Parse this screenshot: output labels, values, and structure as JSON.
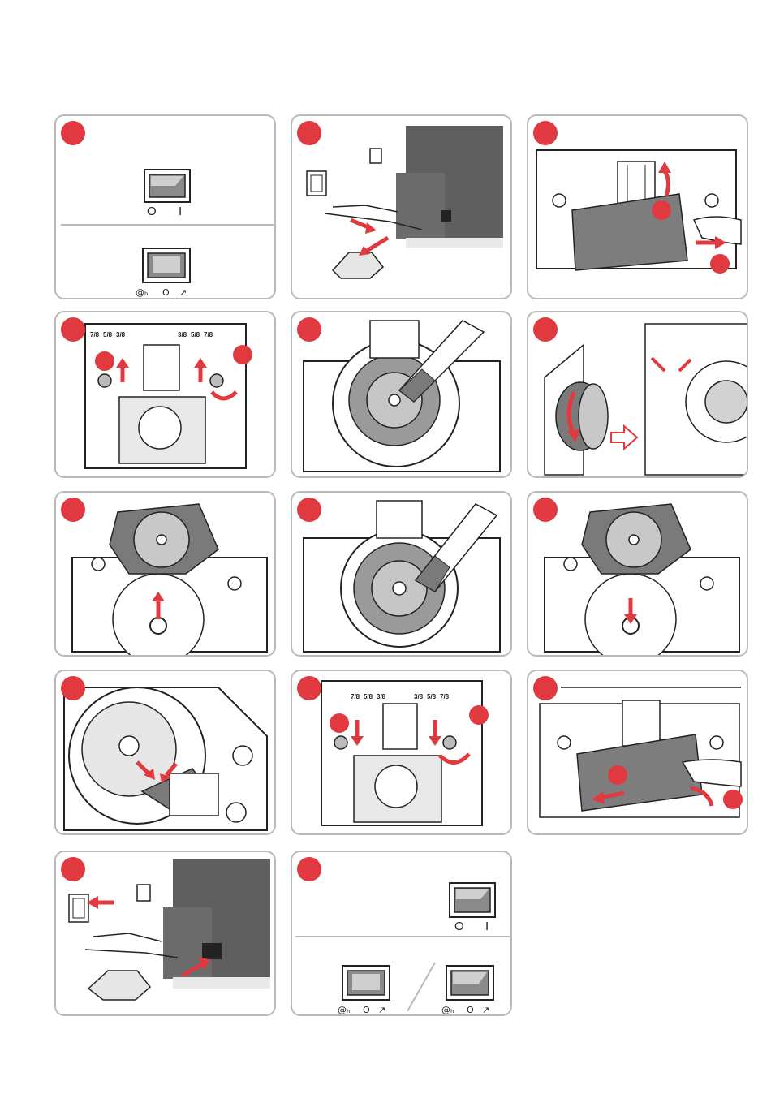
{
  "accent_color": "#e03a40",
  "switch_labels": {
    "off": "O",
    "on": "I"
  },
  "mode_symbols": {
    "left": "@ₕ",
    "mid": "O",
    "right": "↗"
  },
  "tick_labels": [
    "7/8",
    "5/8",
    "3/8",
    "3/8",
    "5/8",
    "7/8"
  ],
  "panels": [
    {
      "id": "p1",
      "icon": "power-switch-icon"
    },
    {
      "id": "p2",
      "icon": "unplug-cables-icon"
    },
    {
      "id": "p3",
      "icon": "remove-bobbin-cover-icon"
    },
    {
      "id": "p4",
      "icon": "unscrew-stitch-plate-icon"
    },
    {
      "id": "p5",
      "icon": "brush-bobbin-area-icon"
    },
    {
      "id": "p6",
      "icon": "turn-handwheel-icon"
    },
    {
      "id": "p7",
      "icon": "lift-bobbin-case-icon"
    },
    {
      "id": "p8",
      "icon": "brush-hook-icon"
    },
    {
      "id": "p9",
      "icon": "insert-bobbin-case-icon"
    },
    {
      "id": "p10",
      "icon": "position-bobbin-case-icon"
    },
    {
      "id": "p11",
      "icon": "screw-stitch-plate-icon"
    },
    {
      "id": "p12",
      "icon": "attach-bobbin-cover-icon"
    },
    {
      "id": "p13",
      "icon": "reconnect-cables-icon"
    },
    {
      "id": "p14",
      "icon": "power-switch-on-icon"
    }
  ]
}
